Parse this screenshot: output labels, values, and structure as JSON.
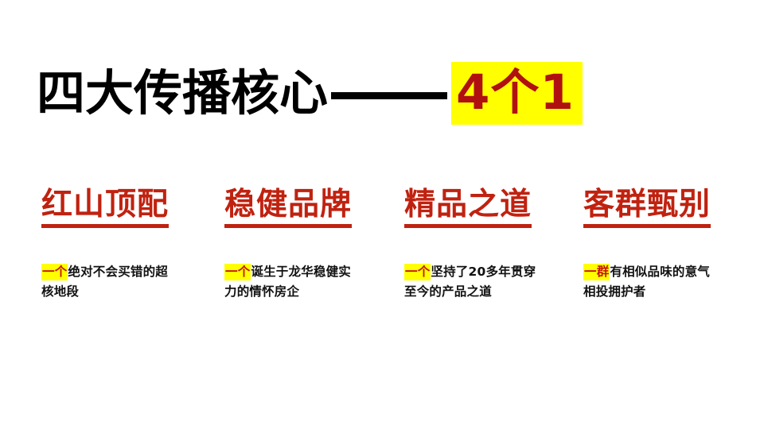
{
  "slide": {
    "background_color": "#FFFFFF",
    "title": {
      "main_text": "四大传播核心",
      "dash": "——",
      "accent_text": "4个1",
      "accent_text_color": "#B01110",
      "accent_highlight_color": "#FFFF00",
      "main_text_color": "#000000"
    },
    "heading_color": "#C02210",
    "highlight_color": "#FFFF00",
    "body_accent_color": "#C41411",
    "columns": [
      {
        "heading": "红山顶配",
        "accent": "一个",
        "rest": "绝对不会买错的超核地段"
      },
      {
        "heading": "稳健品牌",
        "accent": "一个",
        "rest": "诞生于龙华稳健实力的情怀房企"
      },
      {
        "heading": "精品之道",
        "accent": "一个",
        "rest": "坚持了20多年贯穿至今的产品之道"
      },
      {
        "heading": "客群甄别",
        "accent": "一群",
        "rest": "有相似品味的意气相投拥护者"
      }
    ]
  }
}
